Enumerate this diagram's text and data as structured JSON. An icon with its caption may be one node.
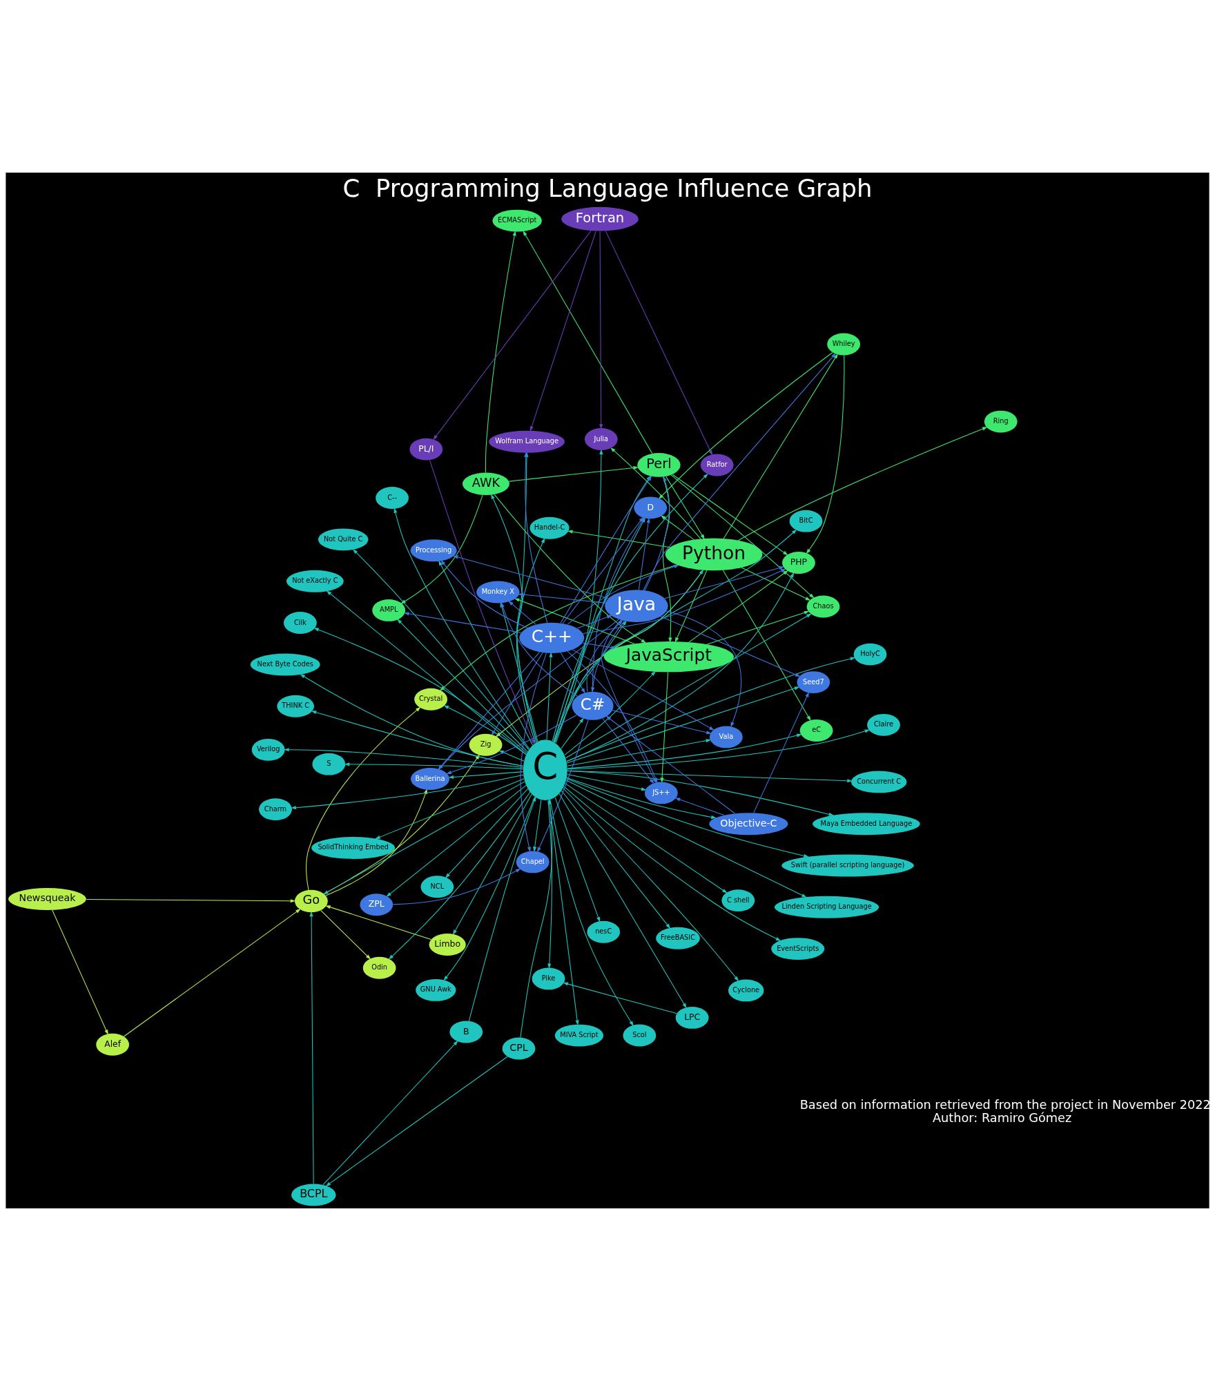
{
  "diagram": {
    "title": "C  Programming Language Influence Graph",
    "caption": "Based on information retrieved from the project in November 2022",
    "labels": [
      "Author: Ramiro Gómez"
    ],
    "nodes": [
      {
        "text": [
          "Alef"
        ]
      },
      {
        "text": [
          "Go"
        ]
      },
      {
        "text": [
          "BCPL"
        ]
      },
      {
        "text": [
          "Crystal"
        ]
      },
      {
        "text": [
          "CPL"
        ]
      },
      {
        "text": [
          "Newsqueak"
        ]
      },
      {
        "text": [
          "Odin"
        ]
      },
      {
        "text": [
          "Limbo"
        ]
      },
      {
        "text": [
          "Pike"
        ]
      },
      {
        "text": [
          "LPC"
        ]
      },
      {
        "text": [
          "B"
        ]
      },
      {
        "text": [
          "Verilog"
        ]
      },
      {
        "text": [
          "Swift (parallel scripting language)"
        ]
      },
      {
        "text": [
          "Concurrent C"
        ]
      },
      {
        "text": [
          "AWK"
        ]
      },
      {
        "text": [
          "FreeBASIC"
        ]
      },
      {
        "text": [
          "Ring"
        ]
      },
      {
        "text": [
          "Zig"
        ]
      },
      {
        "text": [
          "Cilk"
        ]
      },
      {
        "text": [
          "Next Byte Codes"
        ]
      },
      {
        "text": [
          "NCL"
        ]
      },
      {
        "text": [
          "SolidThinking Embed"
        ]
      },
      {
        "text": [
          "ECMAScript"
        ]
      },
      {
        "text": [
          "Python"
        ]
      },
      {
        "text": [
          "Perl"
        ]
      },
      {
        "text": [
          "Scol"
        ]
      },
      {
        "text": [
          "HolyC"
        ]
      },
      {
        "text": [
          "S"
        ]
      },
      {
        "text": [
          "GNU Awk"
        ]
      },
      {
        "text": [
          "EventScripts"
        ]
      },
      {
        "text": [
          "Ratfor"
        ]
      },
      {
        "text": [
          "C shell"
        ]
      },
      {
        "text": [
          "AMPL"
        ]
      },
      {
        "text": [
          "Handel-C"
        ]
      },
      {
        "text": [
          "Claire"
        ]
      },
      {
        "text": [
          "nesC"
        ]
      },
      {
        "text": [
          "Chaos"
        ]
      },
      {
        "text": [
          "BitC"
        ]
      },
      {
        "text": [
          "THINK C"
        ]
      },
      {
        "text": [
          "PL/I"
        ]
      },
      {
        "text": [
          "C"
        ]
      },
      {
        "text": [
          "Not eXactly C"
        ]
      },
      {
        "text": [
          "Julia"
        ]
      },
      {
        "text": [
          "JavaScript"
        ]
      },
      {
        "text": [
          "eC"
        ]
      },
      {
        "text": [
          "Charm"
        ]
      },
      {
        "text": [
          "Linden Scripting Language"
        ]
      },
      {
        "text": [
          "Cyclone"
        ]
      },
      {
        "text": [
          "Fortran"
        ]
      },
      {
        "text": [
          "Maya Embedded Language"
        ]
      },
      {
        "text": [
          "D"
        ]
      },
      {
        "text": [
          "Whiley"
        ]
      },
      {
        "text": [
          "C--"
        ]
      },
      {
        "text": [
          "Not Quite C"
        ]
      },
      {
        "text": [
          "PHP"
        ]
      },
      {
        "text": [
          "MIVA Script"
        ]
      },
      {
        "text": [
          "ZPL"
        ]
      },
      {
        "text": [
          "Monkey X"
        ]
      },
      {
        "text": [
          "C++"
        ]
      },
      {
        "text": [
          "Processing"
        ]
      },
      {
        "text": [
          "Ballerina"
        ]
      },
      {
        "text": [
          "Wolfram Language"
        ]
      },
      {
        "text": [
          "C#"
        ]
      },
      {
        "text": [
          "Java"
        ]
      },
      {
        "text": [
          "Objective-C"
        ]
      },
      {
        "text": [
          "JS++"
        ]
      },
      {
        "text": [
          "Chapel"
        ]
      },
      {
        "text": [
          "Seed7"
        ]
      },
      {
        "text": [
          "Vala"
        ]
      }
    ],
    "edges": [
      {
        "from": 4,
        "to": 2,
        "arrow": "to"
      },
      {
        "from": 2,
        "to": 10,
        "arrow": "to"
      },
      {
        "from": 10,
        "to": 40,
        "arrow": "to"
      },
      {
        "from": 4,
        "to": 40,
        "arrow": "to"
      },
      {
        "from": 2,
        "to": 1,
        "arrow": "to"
      },
      {
        "from": 5,
        "to": 0,
        "arrow": "to",
        "color": "#b8ef4a"
      },
      {
        "from": 5,
        "to": 1,
        "arrow": "to",
        "color": "#b8ef4a"
      },
      {
        "from": 0,
        "to": 1,
        "arrow": "to",
        "color": "#b8ef4a"
      },
      {
        "from": 7,
        "to": 1,
        "arrow": "to",
        "color": "#b8ef4a"
      },
      {
        "from": 1,
        "to": 3,
        "arrow": "to",
        "color": "#b8ef4a"
      },
      {
        "from": 1,
        "to": 6,
        "arrow": "to",
        "color": "#b8ef4a"
      },
      {
        "from": 1,
        "to": 17,
        "arrow": "to",
        "color": "#b8ef4a"
      },
      {
        "from": 1,
        "to": 60,
        "arrow": "to",
        "color": "#b8ef4a"
      },
      {
        "from": 9,
        "to": 8,
        "arrow": "to"
      },
      {
        "from": 40,
        "to": 1,
        "arrow": "to"
      },
      {
        "from": 40,
        "to": 3,
        "arrow": "to"
      },
      {
        "from": 40,
        "to": 6,
        "arrow": "to"
      },
      {
        "from": 40,
        "to": 7,
        "arrow": "to"
      },
      {
        "from": 40,
        "to": 8,
        "arrow": "to"
      },
      {
        "from": 40,
        "to": 9,
        "arrow": "to"
      },
      {
        "from": 40,
        "to": 11,
        "arrow": "to"
      },
      {
        "from": 40,
        "to": 12,
        "arrow": "to"
      },
      {
        "from": 40,
        "to": 13,
        "arrow": "to"
      },
      {
        "from": 40,
        "to": 15,
        "arrow": "to"
      },
      {
        "from": 40,
        "to": 17,
        "arrow": "to"
      },
      {
        "from": 40,
        "to": 18,
        "arrow": "to"
      },
      {
        "from": 40,
        "to": 19,
        "arrow": "to"
      },
      {
        "from": 40,
        "to": 20,
        "arrow": "to"
      },
      {
        "from": 40,
        "to": 21,
        "arrow": "to"
      },
      {
        "from": 40,
        "to": 25,
        "arrow": "to"
      },
      {
        "from": 40,
        "to": 26,
        "arrow": "to"
      },
      {
        "from": 40,
        "to": 27,
        "arrow": "to"
      },
      {
        "from": 40,
        "to": 28,
        "arrow": "to"
      },
      {
        "from": 40,
        "to": 29,
        "arrow": "to"
      },
      {
        "from": 40,
        "to": 30,
        "arrow": "to"
      },
      {
        "from": 40,
        "to": 31,
        "arrow": "to"
      },
      {
        "from": 40,
        "to": 33,
        "arrow": "to"
      },
      {
        "from": 40,
        "to": 34,
        "arrow": "to"
      },
      {
        "from": 40,
        "to": 35,
        "arrow": "to"
      },
      {
        "from": 40,
        "to": 37,
        "arrow": "to"
      },
      {
        "from": 40,
        "to": 38,
        "arrow": "to"
      },
      {
        "from": 40,
        "to": 41,
        "arrow": "to"
      },
      {
        "from": 40,
        "to": 42,
        "arrow": "to"
      },
      {
        "from": 40,
        "to": 44,
        "arrow": "to"
      },
      {
        "from": 40,
        "to": 45,
        "arrow": "to"
      },
      {
        "from": 40,
        "to": 46,
        "arrow": "to"
      },
      {
        "from": 40,
        "to": 47,
        "arrow": "to"
      },
      {
        "from": 40,
        "to": 49,
        "arrow": "to"
      },
      {
        "from": 40,
        "to": 52,
        "arrow": "to"
      },
      {
        "from": 40,
        "to": 53,
        "arrow": "to"
      },
      {
        "from": 40,
        "to": 55,
        "arrow": "to"
      },
      {
        "from": 40,
        "to": 56,
        "arrow": "to"
      },
      {
        "from": 40,
        "to": 57,
        "arrow": "to"
      },
      {
        "from": 40,
        "to": 62,
        "arrow": "to"
      },
      {
        "from": 40,
        "to": 64,
        "arrow": "to"
      },
      {
        "from": 40,
        "to": 67,
        "arrow": "to"
      },
      {
        "from": 40,
        "to": 68,
        "arrow": "to"
      },
      {
        "from": 40,
        "to": 65,
        "arrow": "to"
      },
      {
        "from": 40,
        "to": 14,
        "arrow": "to"
      },
      {
        "from": 40,
        "to": 24,
        "arrow": "to"
      },
      {
        "from": 40,
        "to": 54,
        "arrow": "to"
      },
      {
        "from": 40,
        "to": 23,
        "arrow": "to"
      },
      {
        "from": 40,
        "to": 43,
        "arrow": "to"
      },
      {
        "from": 40,
        "to": 63,
        "arrow": "to"
      },
      {
        "from": 40,
        "to": 58,
        "arrow": "to"
      },
      {
        "from": 40,
        "to": 50,
        "arrow": "to"
      },
      {
        "from": 40,
        "to": 36,
        "arrow": "to"
      },
      {
        "from": 40,
        "to": 32,
        "arrow": "to"
      },
      {
        "from": 40,
        "to": 61,
        "arrow": "to"
      },
      {
        "from": 40,
        "to": 66,
        "arrow": "to"
      },
      {
        "from": 40,
        "to": 60,
        "arrow": "to"
      },
      {
        "from": 40,
        "to": 59,
        "arrow": "to"
      },
      {
        "from": 48,
        "to": 39,
        "arrow": "to",
        "color": "#6a3db8"
      },
      {
        "from": 48,
        "to": 30,
        "arrow": "to",
        "color": "#6a3db8"
      },
      {
        "from": 48,
        "to": 42,
        "arrow": "to",
        "color": "#6a3db8"
      },
      {
        "from": 48,
        "to": 61,
        "arrow": "to",
        "color": "#6a3db8"
      },
      {
        "from": 39,
        "to": 40,
        "arrow": "to",
        "color": "#6a3db8"
      },
      {
        "from": 56,
        "to": 66,
        "arrow": "to",
        "color": "#3f78e0"
      },
      {
        "from": 14,
        "to": 24,
        "arrow": "to",
        "color": "#3ee86f"
      },
      {
        "from": 14,
        "to": 22,
        "arrow": "to",
        "color": "#3ee86f"
      },
      {
        "from": 14,
        "to": 32,
        "arrow": "to",
        "color": "#3ee86f"
      },
      {
        "from": 14,
        "to": 43,
        "arrow": "to",
        "color": "#3ee86f"
      },
      {
        "from": 24,
        "to": 23,
        "arrow": "to",
        "color": "#3ee86f"
      },
      {
        "from": 24,
        "to": 22,
        "arrow": "to",
        "color": "#3ee86f"
      },
      {
        "from": 24,
        "to": 36,
        "arrow": "to",
        "color": "#3ee86f"
      },
      {
        "from": 24,
        "to": 43,
        "arrow": "to",
        "color": "#3ee86f"
      },
      {
        "from": 24,
        "to": 54,
        "arrow": "to",
        "color": "#3ee86f"
      },
      {
        "from": 23,
        "to": 3,
        "arrow": "to",
        "color": "#3ee86f"
      },
      {
        "from": 23,
        "to": 16,
        "arrow": "to",
        "color": "#3ee86f"
      },
      {
        "from": 23,
        "to": 17,
        "arrow": "to",
        "color": "#b8ef4a"
      },
      {
        "from": 23,
        "to": 36,
        "arrow": "to",
        "color": "#3ee86f"
      },
      {
        "from": 23,
        "to": 42,
        "arrow": "to",
        "color": "#3ee86f"
      },
      {
        "from": 23,
        "to": 43,
        "arrow": "to",
        "color": "#3ee86f"
      },
      {
        "from": 23,
        "to": 44,
        "arrow": "to",
        "color": "#3ee86f"
      },
      {
        "from": 23,
        "to": 50,
        "arrow": "to",
        "color": "#3ee86f"
      },
      {
        "from": 23,
        "to": 51,
        "arrow": "to",
        "color": "#3ee86f"
      },
      {
        "from": 23,
        "to": 33,
        "arrow": "to",
        "color": "#3ee86f"
      },
      {
        "from": 43,
        "to": 54,
        "arrow": "to",
        "color": "#3ee86f"
      },
      {
        "from": 43,
        "to": 36,
        "arrow": "to",
        "color": "#3ee86f"
      },
      {
        "from": 43,
        "to": 65,
        "arrow": "to",
        "color": "#3ee86f"
      },
      {
        "from": 43,
        "to": 57,
        "arrow": "to",
        "color": "#3ee86f"
      },
      {
        "from": 51,
        "to": 50,
        "arrow": "to",
        "color": "#3ee86f"
      },
      {
        "from": 51,
        "to": 54,
        "arrow": "to",
        "color": "#3ee86f"
      },
      {
        "from": 58,
        "to": 50,
        "arrow": "to",
        "color": "#3f78e0"
      },
      {
        "from": 58,
        "to": 54,
        "arrow": "to",
        "color": "#3f78e0"
      },
      {
        "from": 58,
        "to": 24,
        "arrow": "to",
        "color": "#3f78e0"
      },
      {
        "from": 58,
        "to": 43,
        "arrow": "to",
        "color": "#3f78e0"
      },
      {
        "from": 58,
        "to": 23,
        "arrow": "to",
        "color": "#3f78e0"
      },
      {
        "from": 58,
        "to": 32,
        "arrow": "to",
        "color": "#3f78e0"
      },
      {
        "from": 58,
        "to": 17,
        "arrow": "to",
        "color": "#3f78e0"
      },
      {
        "from": 58,
        "to": 63,
        "arrow": "to",
        "color": "#3f78e0"
      },
      {
        "from": 58,
        "to": 62,
        "arrow": "to",
        "color": "#3f78e0"
      },
      {
        "from": 58,
        "to": 59,
        "arrow": "to",
        "color": "#3f78e0"
      },
      {
        "from": 58,
        "to": 60,
        "arrow": "to",
        "color": "#3f78e0"
      },
      {
        "from": 58,
        "to": 65,
        "arrow": "to",
        "color": "#3f78e0"
      },
      {
        "from": 58,
        "to": 68,
        "arrow": "to",
        "color": "#3f78e0"
      },
      {
        "from": 58,
        "to": 57,
        "arrow": "to",
        "color": "#3f78e0"
      },
      {
        "from": 58,
        "to": 61,
        "arrow": "to",
        "color": "#3f78e0"
      },
      {
        "from": 58,
        "to": 66,
        "arrow": "to",
        "color": "#3f78e0"
      },
      {
        "from": 63,
        "to": 59,
        "arrow": "to",
        "color": "#3f78e0"
      },
      {
        "from": 63,
        "to": 60,
        "arrow": "to",
        "color": "#3f78e0"
      },
      {
        "from": 63,
        "to": 65,
        "arrow": "to",
        "color": "#3f78e0"
      },
      {
        "from": 63,
        "to": 68,
        "arrow": "to",
        "color": "#3f78e0"
      },
      {
        "from": 63,
        "to": 62,
        "arrow": "to",
        "color": "#3f78e0"
      },
      {
        "from": 63,
        "to": 51,
        "arrow": "to",
        "color": "#3f78e0"
      },
      {
        "from": 63,
        "to": 50,
        "arrow": "to",
        "color": "#3f78e0"
      },
      {
        "from": 63,
        "to": 54,
        "arrow": "to",
        "color": "#3f78e0"
      },
      {
        "from": 63,
        "to": 67,
        "arrow": "to",
        "color": "#3f78e0"
      },
      {
        "from": 63,
        "to": 57,
        "arrow": "to",
        "color": "#3f78e0"
      },
      {
        "from": 63,
        "to": 24,
        "arrow": "to",
        "color": "#3f78e0"
      },
      {
        "from": 62,
        "to": 50,
        "arrow": "to",
        "color": "#3f78e0"
      },
      {
        "from": 62,
        "to": 60,
        "arrow": "to",
        "color": "#3f78e0"
      },
      {
        "from": 62,
        "to": 57,
        "arrow": "to",
        "color": "#3f78e0"
      },
      {
        "from": 62,
        "to": 66,
        "arrow": "to",
        "color": "#3f78e0"
      },
      {
        "from": 62,
        "to": 68,
        "arrow": "to",
        "color": "#3f78e0"
      },
      {
        "from": 62,
        "to": 63,
        "arrow": "to",
        "color": "#3f78e0"
      },
      {
        "from": 62,
        "to": 65,
        "arrow": "to",
        "color": "#3f78e0"
      },
      {
        "from": 64,
        "to": 67,
        "arrow": "to",
        "color": "#3f78e0"
      },
      {
        "from": 64,
        "to": 65,
        "arrow": "to",
        "color": "#3f78e0"
      },
      {
        "from": 64,
        "to": 62,
        "arrow": "to",
        "color": "#3f78e0"
      }
    ]
  }
}
